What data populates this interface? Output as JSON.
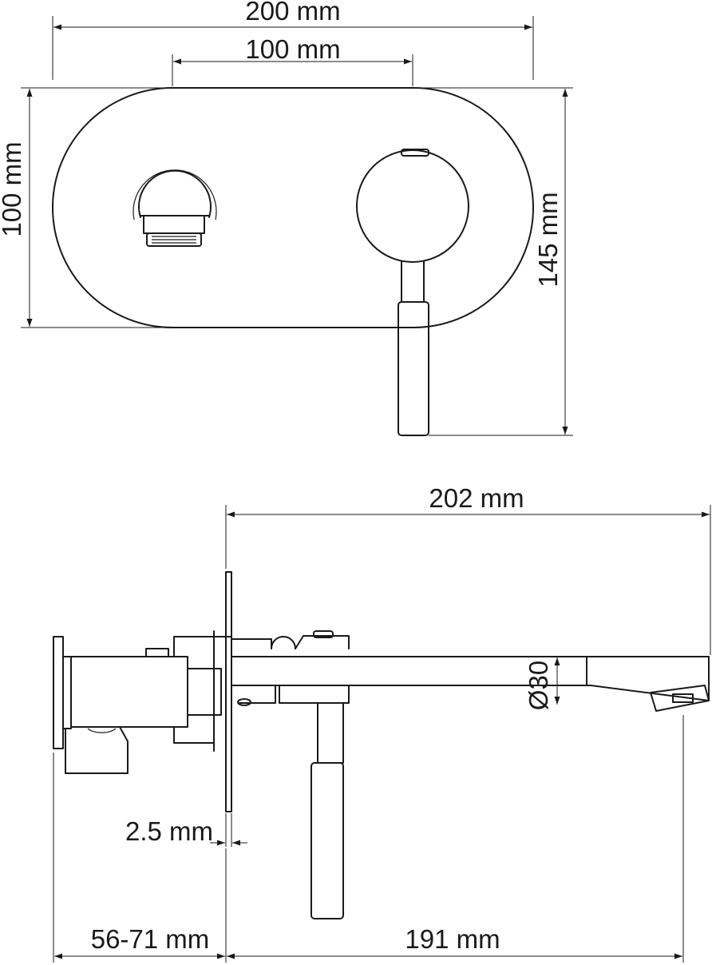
{
  "front_view": {
    "width_total": "200 mm",
    "width_inner": "100 mm",
    "height_plate": "100 mm",
    "height_total": "145 mm"
  },
  "side_view": {
    "length_total": "202 mm",
    "spout_diameter": "Ø30",
    "plate_thickness": "2.5 mm",
    "wall_depth": "56-71 mm",
    "spout_reach": "191 mm"
  }
}
